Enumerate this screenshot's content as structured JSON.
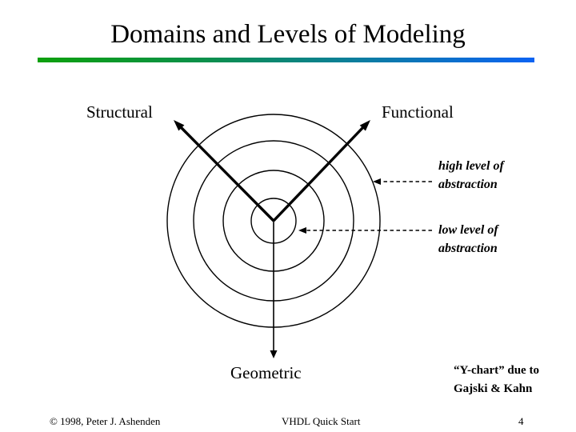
{
  "slide": {
    "title": "Domains and Levels of Modeling",
    "accent_colors": {
      "left": "#0da00d",
      "right": "#0b63f3"
    }
  },
  "diagram": {
    "type": "y-chart",
    "axes": [
      {
        "label": "Structural"
      },
      {
        "label": "Functional"
      },
      {
        "label": "Geometric"
      }
    ],
    "rings": [
      {
        "r": 133
      },
      {
        "r": 100
      },
      {
        "r": 63
      },
      {
        "r": 28
      }
    ],
    "annotations": {
      "high": {
        "line1": "high level of",
        "line2": "abstraction"
      },
      "low": {
        "line1": "low level of",
        "line2": "abstraction"
      }
    },
    "credit": {
      "line1": "“Y-chart” due to",
      "line2": "Gajski & Kahn"
    }
  },
  "footer": {
    "copyright": "© 1998, Peter J. Ashenden",
    "center": "VHDL Quick Start",
    "page_number": "4"
  }
}
